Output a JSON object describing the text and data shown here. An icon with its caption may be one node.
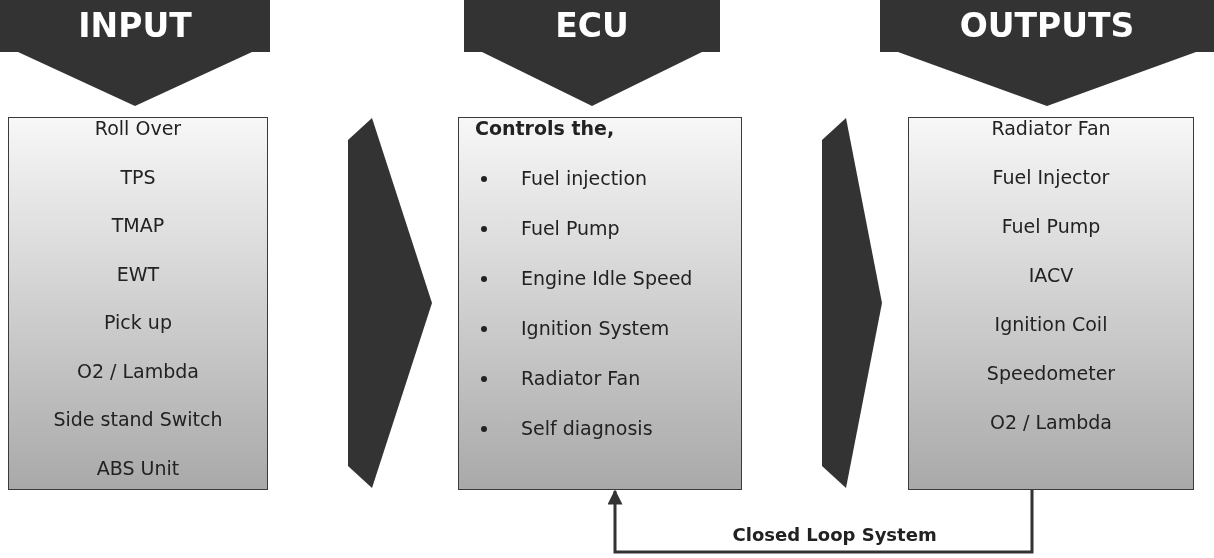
{
  "diagram": {
    "nodes": [
      {
        "text": [
          "INPUT"
        ]
      },
      {
        "text": [
          "Roll Over",
          "TPS",
          "TMAP",
          "EWT",
          "Pick up",
          "O2 / Lambda",
          "Side stand Switch",
          "ABS Unit"
        ]
      },
      {
        "text": [
          "ECU"
        ]
      },
      {
        "text": [
          "Controls the,",
          "Fuel injection",
          "Fuel Pump",
          "Engine Idle Speed",
          "Ignition System",
          "Radiator Fan",
          "Self diagnosis"
        ]
      },
      {
        "text": [
          "OUTPUTS"
        ]
      },
      {
        "text": [
          "Radiator Fan",
          "Fuel Injector",
          "Fuel Pump",
          "IACV",
          "Ignition Coil",
          "Speedometer",
          "O2 / Lambda"
        ]
      }
    ],
    "edges": [
      {
        "from": 1,
        "to": 3,
        "arrow": "to",
        "style": "thick"
      },
      {
        "from": 3,
        "to": 5,
        "arrow": "to",
        "style": "thick"
      },
      {
        "from": 5,
        "to": 3,
        "arrow": "to",
        "label": "Closed Loop System"
      }
    ]
  }
}
